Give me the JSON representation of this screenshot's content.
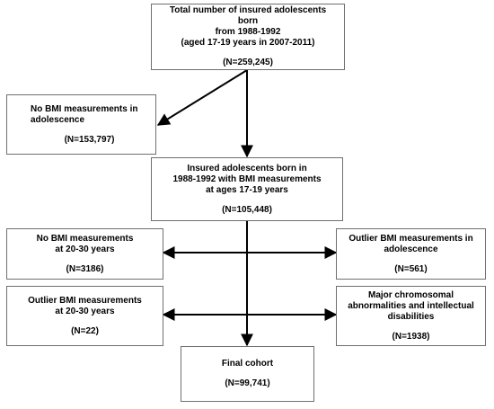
{
  "boxes": {
    "total": {
      "title": "Total number of insured adolescents born\nfrom 1988-1992\n(aged 17-19 years in 2007-2011)",
      "count": "(N=259,245)"
    },
    "no_bmi_adolescence": {
      "title": "No BMI measurements in\nadolescence",
      "count": "(N=153,797)"
    },
    "with_bmi": {
      "title": "Insured adolescents born in\n1988-1992 with BMI measurements\nat ages 17-19 years",
      "count": "(N=105,448)"
    },
    "no_bmi_20_30": {
      "title": "No BMI measurements\nat 20-30 years",
      "count": "(N=3186)"
    },
    "outlier_adolescence": {
      "title": "Outlier BMI measurements in\nadolescence",
      "count": "(N=561)"
    },
    "outlier_20_30": {
      "title": "Outlier BMI measurements\nat 20-30 years",
      "count": "(N=22)"
    },
    "chromosomal": {
      "title": "Major chromosomal\nabnormalities and intellectual\ndisabilities",
      "count": "(N=1938)"
    },
    "final": {
      "title": "Final cohort",
      "count": "(N=99,741)"
    }
  }
}
